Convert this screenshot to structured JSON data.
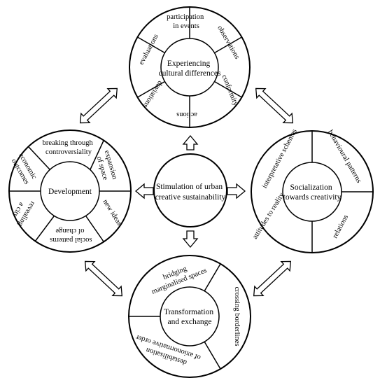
{
  "center": {
    "lines": [
      "Stimulation of urban",
      "creative sustainability"
    ]
  },
  "top": {
    "title": [
      "Experiencing",
      "cultural differences"
    ],
    "segments": {
      "participation": [
        "participation",
        "in events"
      ],
      "observations": [
        "observations"
      ],
      "conformity": [
        "conformity"
      ],
      "actions": [
        "actions"
      ],
      "deviations": [
        "deviations"
      ],
      "evaluations": [
        "evaluations"
      ]
    }
  },
  "left": {
    "title": [
      "Development"
    ],
    "segments": {
      "breaking": [
        "breaking through",
        "controversiality"
      ],
      "expansion": [
        "expansion",
        "of space"
      ],
      "new_ideas": [
        "new ideas"
      ],
      "social_patterns": [
        "social patterns",
        "of change"
      ],
      "revealing": [
        "revealing",
        "a city"
      ],
      "economic": [
        "economic",
        "outcomes"
      ]
    }
  },
  "right": {
    "title": [
      "Socialization",
      "towards creativity"
    ],
    "segments": {
      "interpretative": [
        "interpretative schemes"
      ],
      "behavioural": [
        "behavioural patterns"
      ],
      "relations": [
        "relations"
      ],
      "attitudes": [
        "attitudes to reality"
      ]
    }
  },
  "bottom": {
    "title": [
      "Transformation",
      "and exchange"
    ],
    "segments": {
      "bridging": [
        "bridging",
        "marginalised spaces"
      ],
      "crossing": [
        "crossing borderlines"
      ],
      "destabilisation": [
        "destabilisation",
        "of axionormative order"
      ]
    }
  }
}
